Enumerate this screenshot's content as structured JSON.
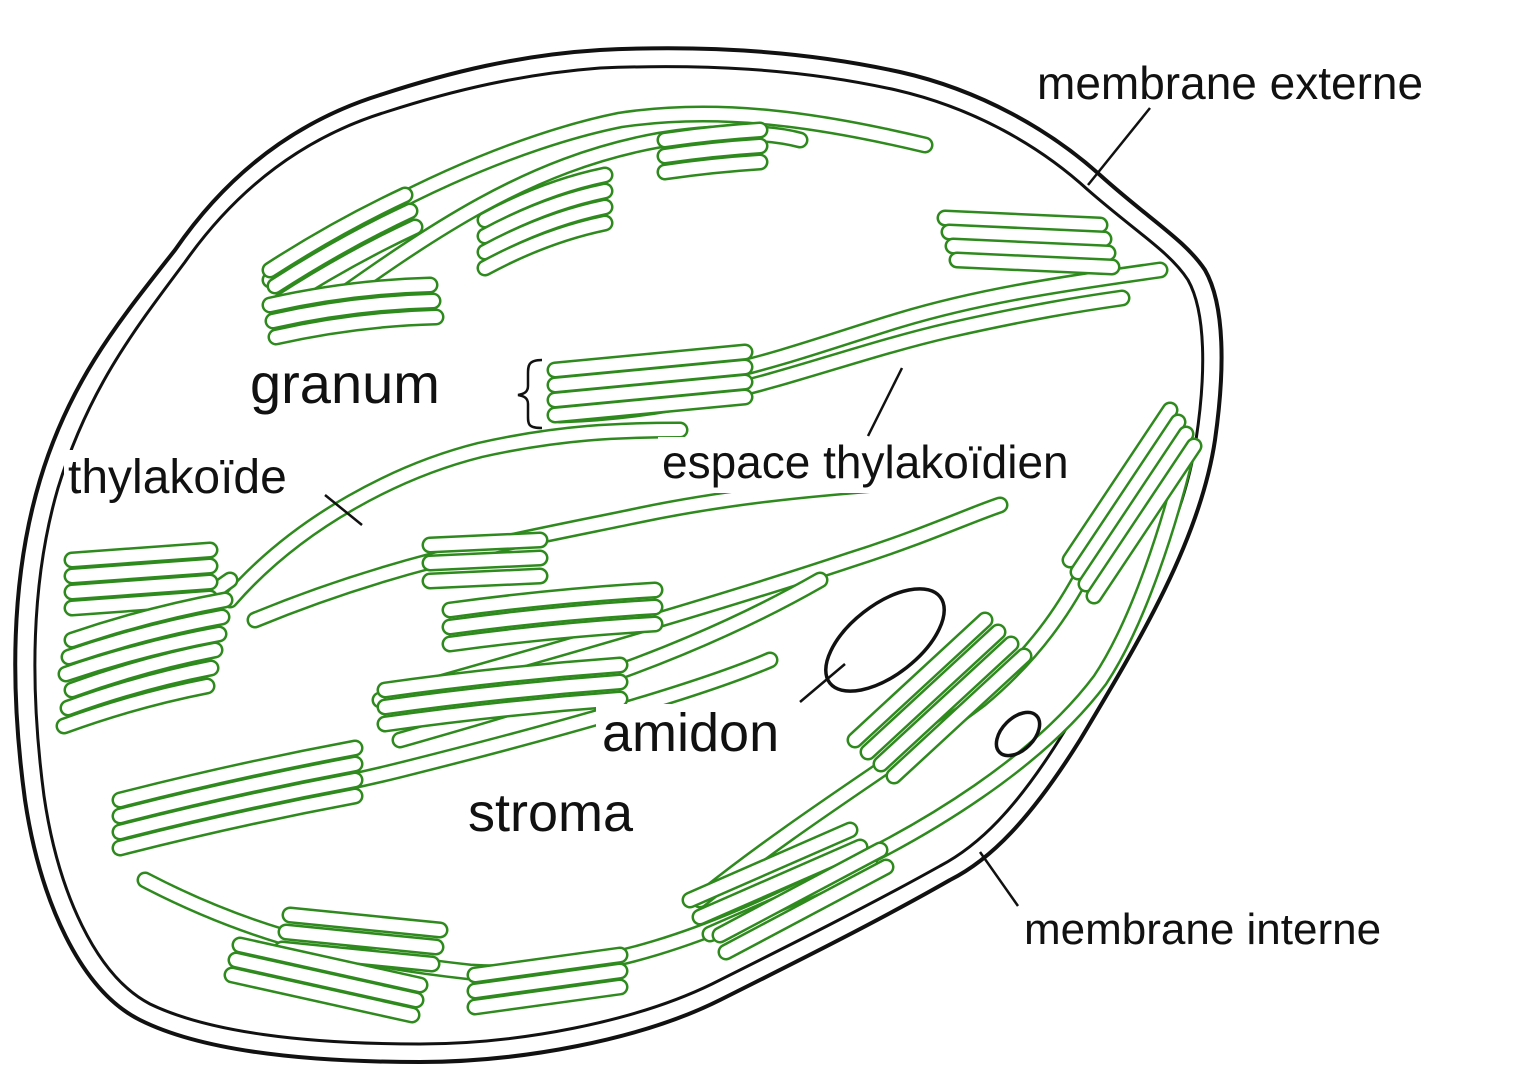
{
  "labels": {
    "membrane_externe": "membrane externe",
    "granum": "granum",
    "thylakoide": "thylakoïde",
    "espace_thylakoidien": "espace thylakoïdien",
    "amidon": "amidon",
    "stroma": "stroma",
    "membrane_interne": "membrane interne"
  },
  "colors": {
    "thylakoid_stroke": "#2f8a1e",
    "membrane_stroke": "#111111",
    "background": "#ffffff"
  },
  "icons": {
    "granum_bracket": "left-curly-brace"
  }
}
